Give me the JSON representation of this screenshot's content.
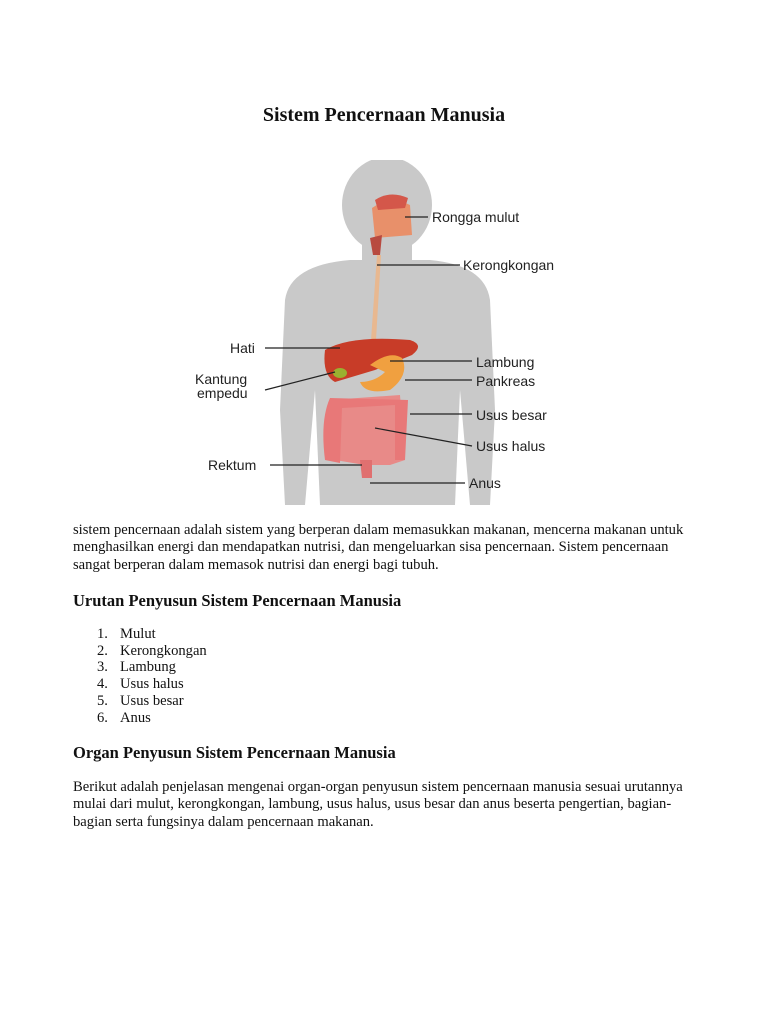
{
  "title": "Sistem Pencernaan Manusia",
  "diagram": {
    "labels": {
      "rongga_mulut": "Rongga mulut",
      "kerongkongan": "Kerongkongan",
      "hati": "Hati",
      "kantung_1": "Kantung",
      "kantung_2": "empedu",
      "lambung": "Lambung",
      "pankreas": "Pankreas",
      "usus_besar": "Usus besar",
      "usus_halus": "Usus halus",
      "rektum": "Rektum",
      "anus": "Anus"
    }
  },
  "intro": "sistem pencernaan adalah sistem yang berperan dalam memasukkan makanan, mencerna makanan untuk menghasilkan energi dan mendapatkan nutrisi, dan mengeluarkan sisa pencernaan. Sistem pencernaan sangat berperan dalam memasok nutrisi dan energi bagi tubuh.",
  "section1": {
    "heading": "Urutan Penyusun Sistem Pencernaan Manusia",
    "items": [
      {
        "num": "1.",
        "label": "Mulut"
      },
      {
        "num": "2.",
        "label": "Kerongkongan"
      },
      {
        "num": "3.",
        "label": "Lambung"
      },
      {
        "num": "4.",
        "label": "Usus halus"
      },
      {
        "num": "5.",
        "label": "Usus besar"
      },
      {
        "num": "6.",
        "label": "Anus"
      }
    ]
  },
  "section2": {
    "heading": "Organ Penyusun Sistem Pencernaan Manusia",
    "text": "Berikut adalah penjelasan mengenai organ-organ penyusun sistem pencernaan manusia sesuai urutannya mulai dari mulut, kerongkongan, lambung, usus halus, usus besar dan anus beserta pengertian, bagian-bagian serta fungsinya dalam pencernaan makanan."
  }
}
